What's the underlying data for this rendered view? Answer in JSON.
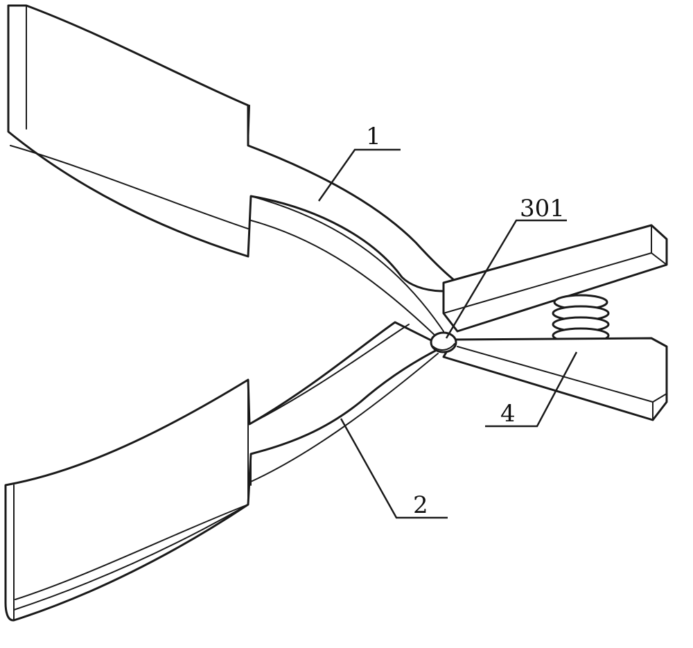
{
  "labels": {
    "part_1": "1",
    "part_2": "2",
    "part_301": "301",
    "part_4": "4"
  },
  "colors": {
    "line": "#1a1a1a",
    "background": "#ffffff"
  }
}
